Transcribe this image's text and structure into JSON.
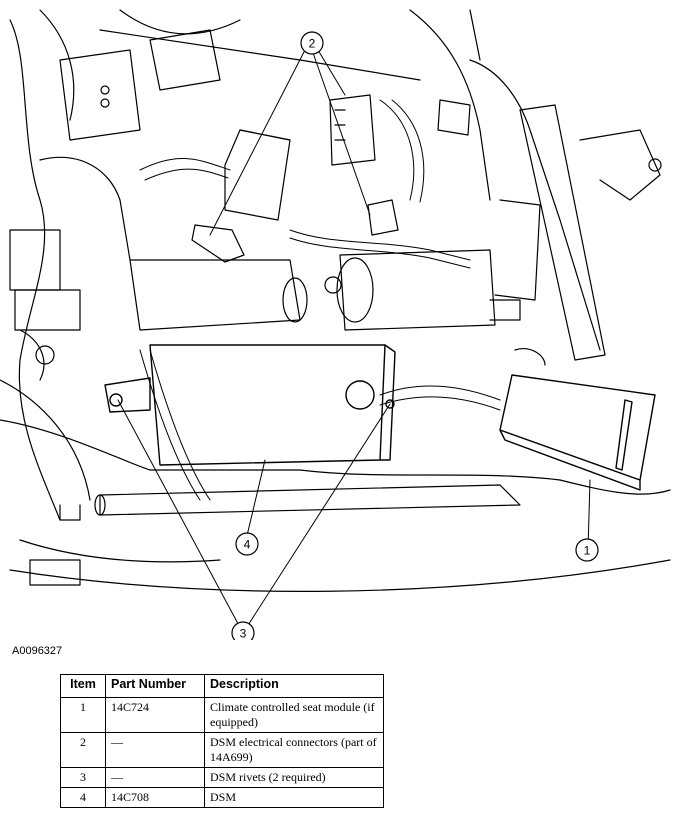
{
  "figure_id": "A0096327",
  "callouts": {
    "c1": "1",
    "c2": "2",
    "c3": "3",
    "c4": "4"
  },
  "table": {
    "headers": [
      "Item",
      "Part Number",
      "Description"
    ],
    "rows": [
      {
        "item": "1",
        "part": "14C724",
        "description": "Climate controlled seat module (if equipped)"
      },
      {
        "item": "2",
        "part": "—",
        "description": "DSM electrical connectors (part of 14A699)"
      },
      {
        "item": "3",
        "part": "—",
        "description": "DSM rivets (2 required)"
      },
      {
        "item": "4",
        "part": "14C708",
        "description": "DSM"
      }
    ]
  }
}
